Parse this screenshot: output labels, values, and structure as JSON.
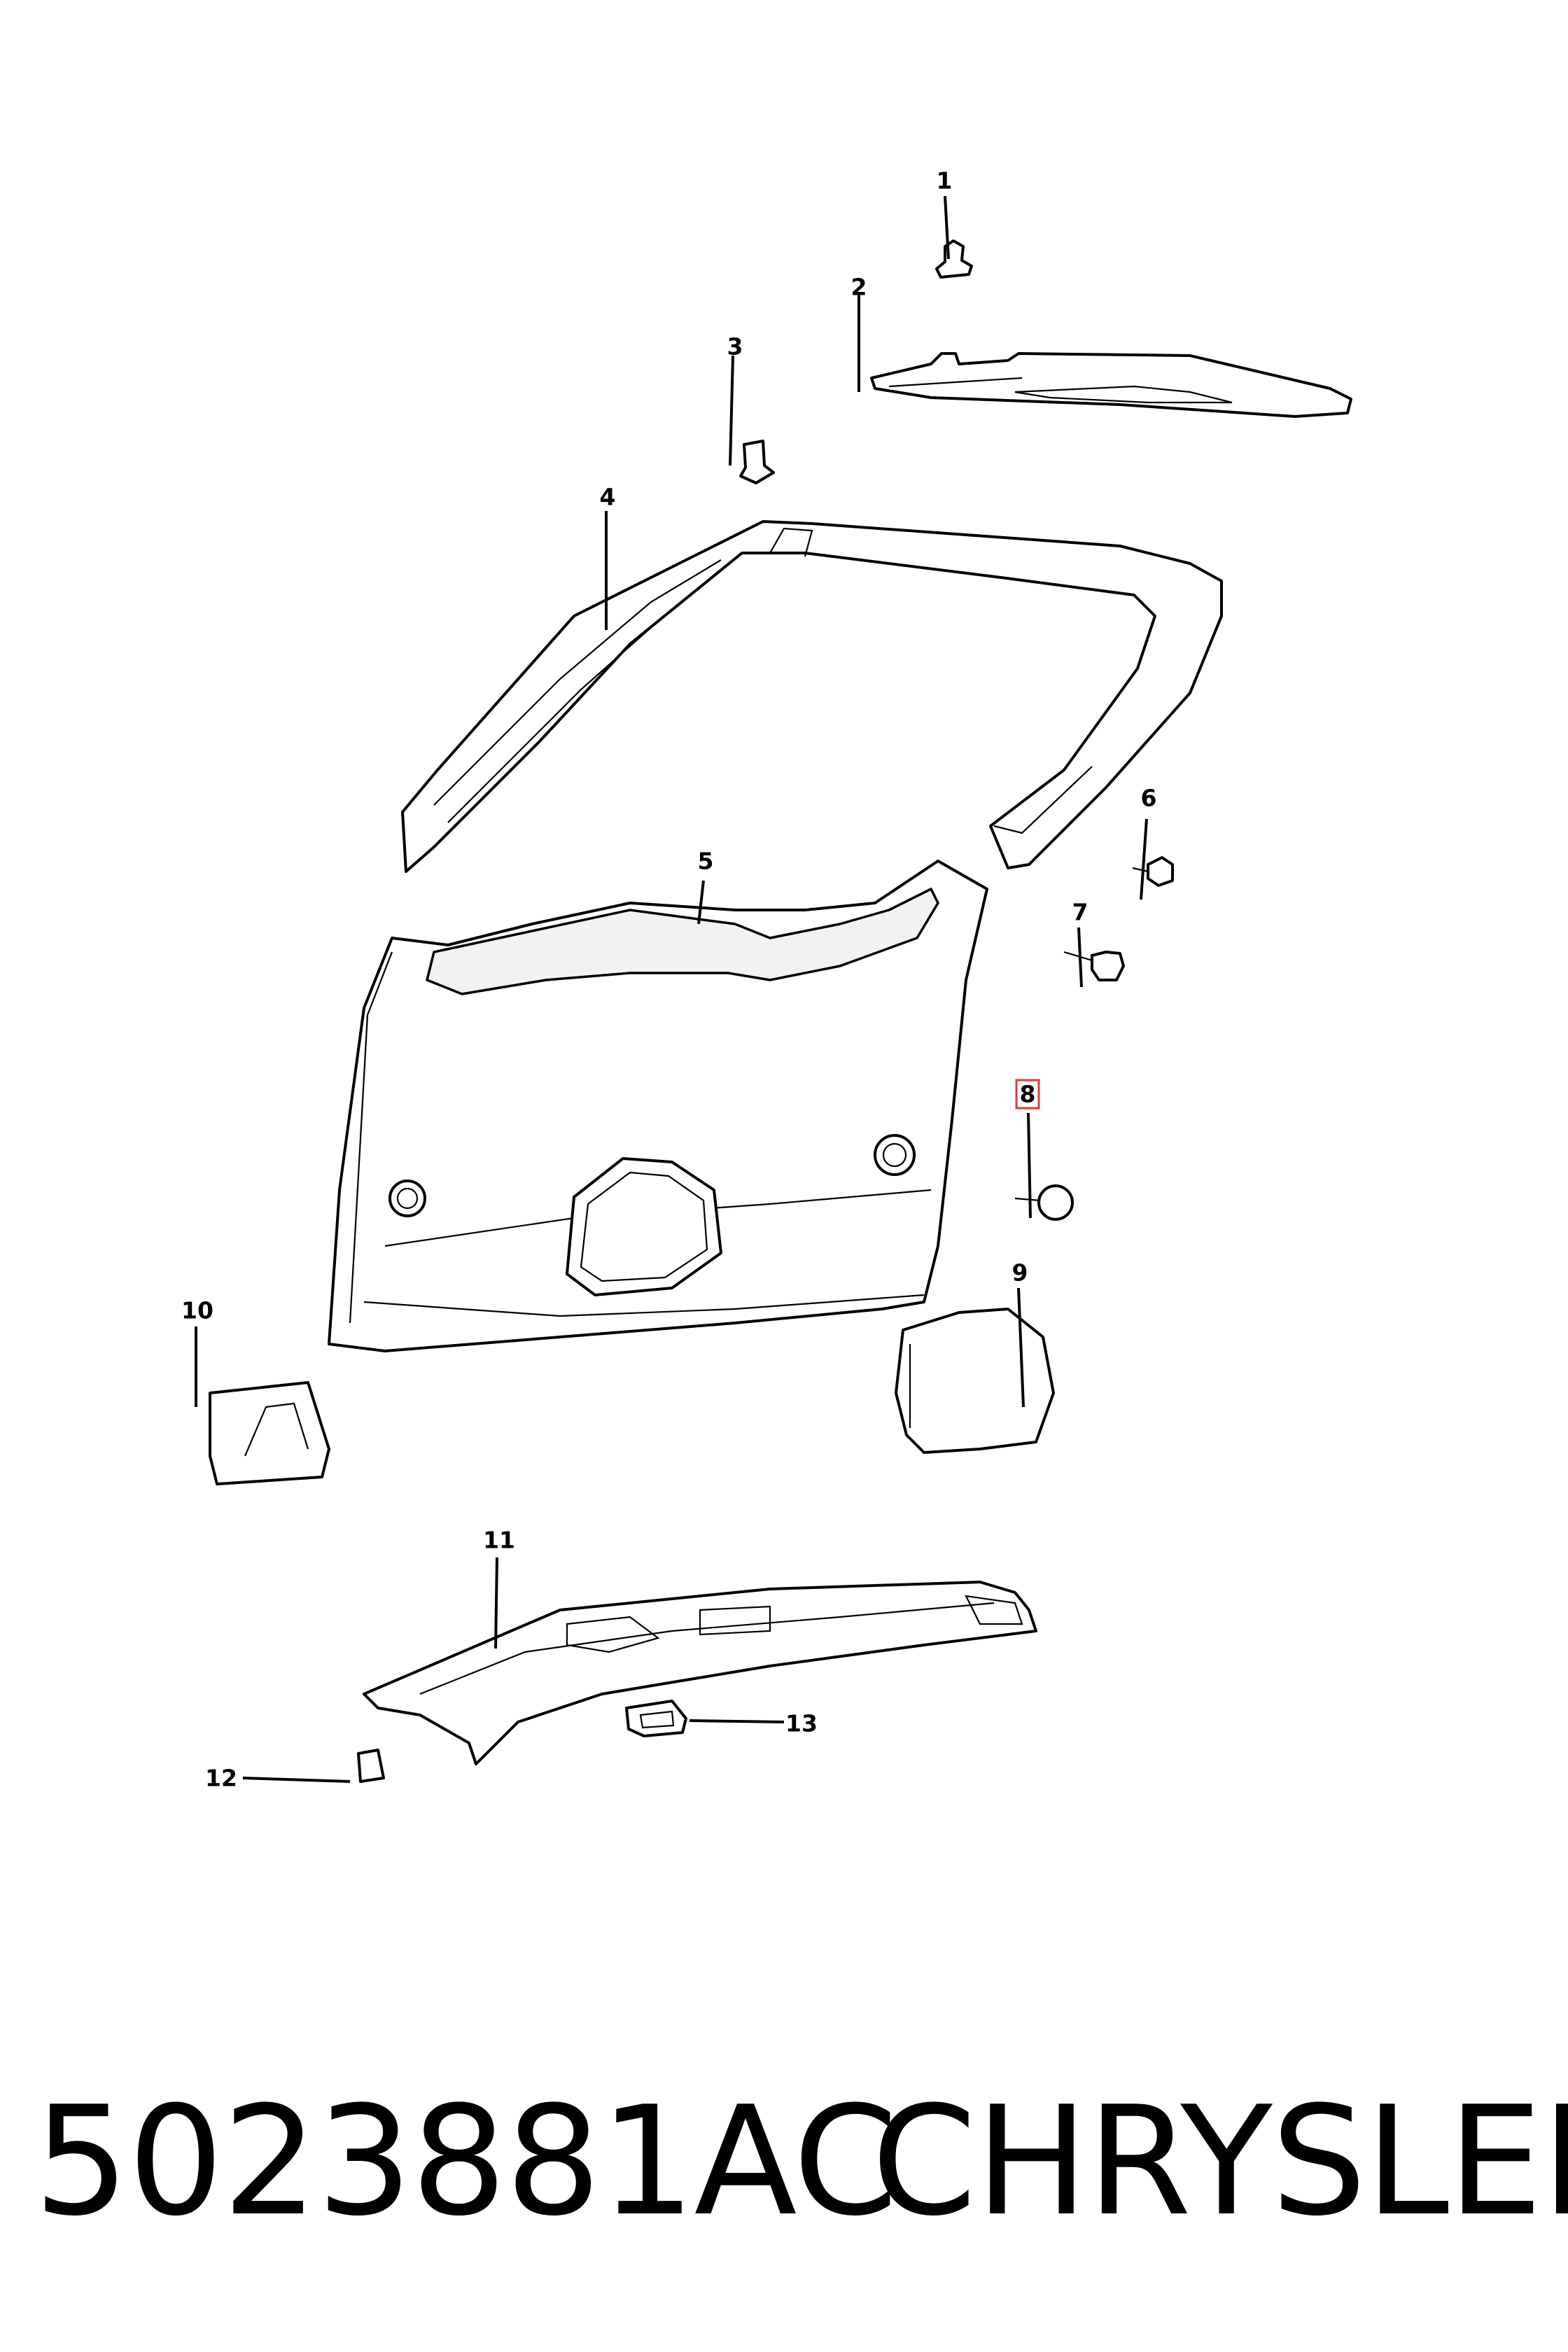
{
  "callouts": [
    {
      "id": "1",
      "label": "1"
    },
    {
      "id": "2",
      "label": "2"
    },
    {
      "id": "3",
      "label": "3"
    },
    {
      "id": "4",
      "label": "4"
    },
    {
      "id": "5",
      "label": "5"
    },
    {
      "id": "6",
      "label": "6"
    },
    {
      "id": "7",
      "label": "7"
    },
    {
      "id": "8",
      "label": "8"
    },
    {
      "id": "9",
      "label": "9"
    },
    {
      "id": "10",
      "label": "10"
    },
    {
      "id": "11",
      "label": "11"
    },
    {
      "id": "12",
      "label": "12"
    },
    {
      "id": "13",
      "label": "13"
    }
  ],
  "highlight": {
    "callout": "8",
    "color": "#e23b3b"
  },
  "footer": {
    "part_number": "5023881AC",
    "brand": "CHRYSLER"
  }
}
